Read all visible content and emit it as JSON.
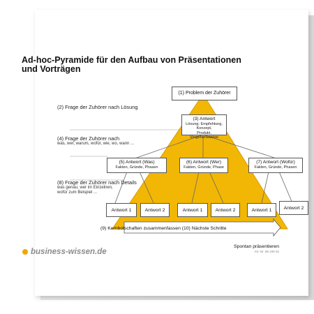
{
  "title": "Ad-hoc-Pyramide für den Aufbau von Präsentationen und Vorträgen",
  "left_labels": {
    "l2": "(2) Frage der Zuhörer nach Lösung",
    "l4_head": "(4) Frage der Zuhörer nach",
    "l4_sub": "was, wer, warum, wofür, wie, wo, wann ...",
    "l8_head": "(8) Frage der Zuhörer nach Details",
    "l8_sub1": "was genau, wer im Einzelnen,",
    "l8_sub2": "wofür zum Beispiel ..."
  },
  "boxes": {
    "b1": "(1) Problem der Zuhörer",
    "b3_head": "(3) Antwort",
    "b3_sub1": "Lösung: Empfehlung, Konzept,",
    "b3_sub2": "Produkt, Vorgehensweise",
    "b5_head": "(5) Antwort (Was)",
    "b5_sub": "Fakten, Gründe, Phasen",
    "b6_head": "(6) Antwort (Wer)",
    "b6_sub": "Fakten, Gründe, Phase",
    "b7_head": "(7) Antwort (Wofür)",
    "b7_sub": "Fakten, Gründe, Phasen"
  },
  "answers": [
    "Antwort 1",
    "Antwort 2",
    "Antwort 1",
    "Antwort 2",
    "Antwort 1",
    "Antwort 2"
  ],
  "arrow_text": "(9) Kernbotschaften zusammenfassen (10) Nächste Schritte",
  "footer": {
    "logo": "business-wissen.de",
    "spontan": "Spontan präsentieren",
    "code": "Art.-Nr. 95 106 02"
  },
  "colors": {
    "pyramid": "#f2b705",
    "pyramid_edge": "#d99a00",
    "logo_dot": "#f0a800"
  }
}
